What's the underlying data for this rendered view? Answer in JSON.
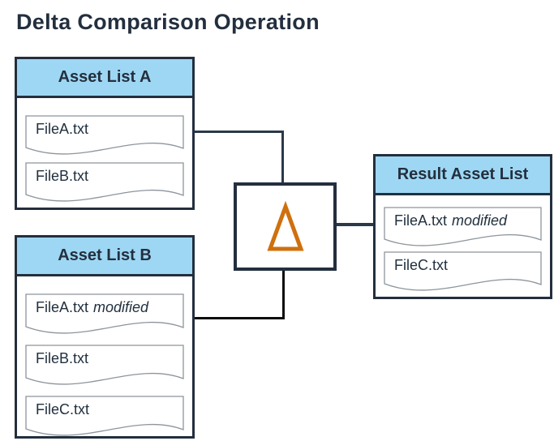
{
  "title": "Delta Comparison Operation",
  "delta_symbol": "Δ",
  "colors": {
    "navy": "#232f3e",
    "header_blue": "#9ed7f3",
    "orange": "#cf700e",
    "connector_dark": "#2b3949",
    "connector_black": "#0c0c0c",
    "file_border": "#8d959c",
    "text": "#21303f"
  },
  "boxes": {
    "asset_list_a": {
      "header": "Asset List A",
      "files": [
        {
          "name": "FileA.txt",
          "note": ""
        },
        {
          "name": "FileB.txt",
          "note": ""
        }
      ]
    },
    "asset_list_b": {
      "header": "Asset List B",
      "files": [
        {
          "name": "FileA.txt",
          "note": "modified"
        },
        {
          "name": "FileB.txt",
          "note": ""
        },
        {
          "name": "FileC.txt",
          "note": ""
        }
      ]
    },
    "result": {
      "header": "Result Asset List",
      "files": [
        {
          "name": "FileA.txt",
          "note": "modified"
        },
        {
          "name": "FileC.txt",
          "note": ""
        }
      ]
    }
  }
}
